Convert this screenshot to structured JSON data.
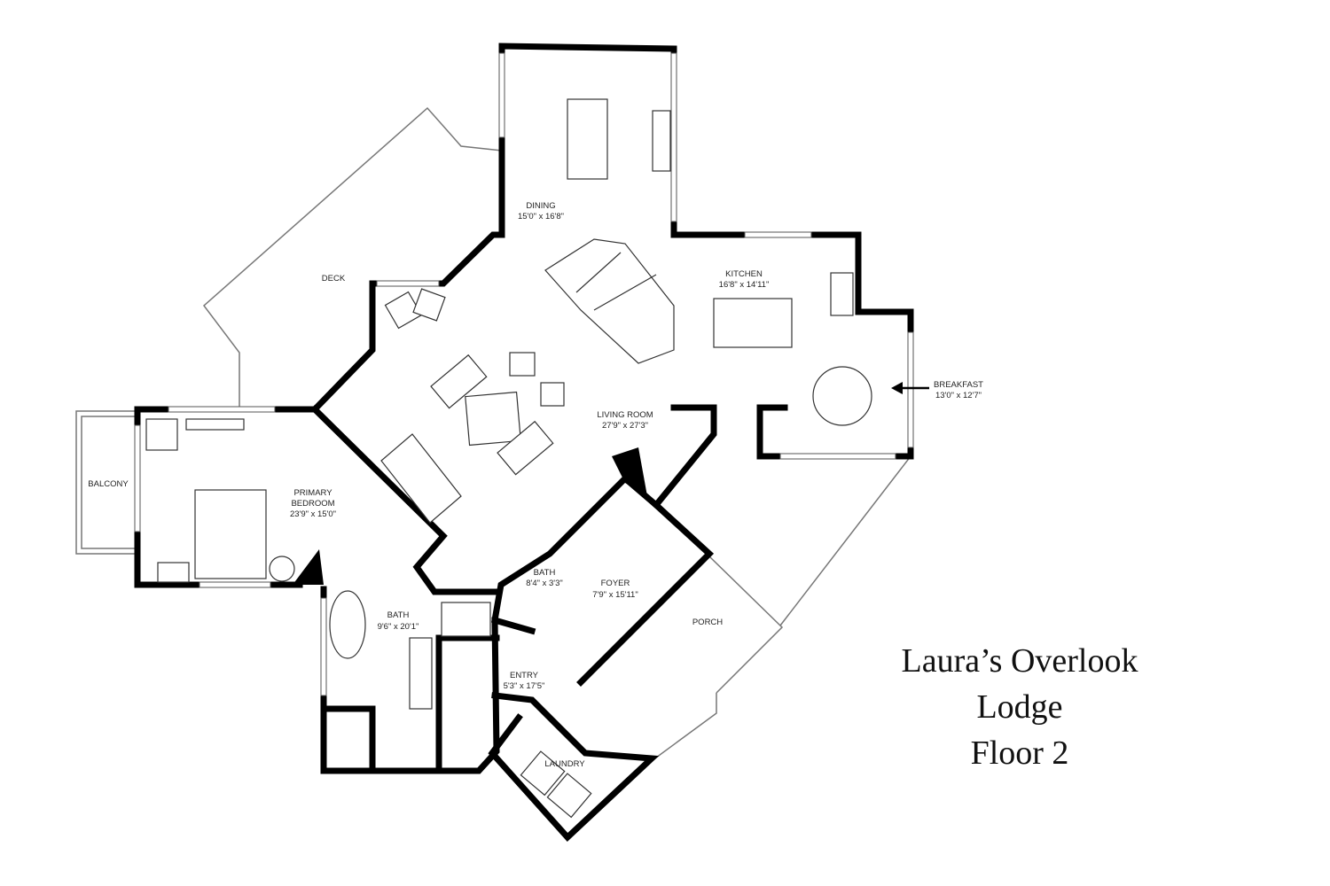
{
  "title": {
    "line1": "Laura’s Overlook",
    "line2": "Lodge",
    "line3": "Floor 2"
  },
  "rooms": {
    "dining": {
      "name": "DINING",
      "dims": "15'0\" x 16'8\""
    },
    "deck": {
      "name": "DECK"
    },
    "kitchen": {
      "name": "KITCHEN",
      "dims": "16'8\" x 14'11\""
    },
    "breakfast": {
      "name": "BREAKFAST",
      "dims": "13'0\" x 12'7\""
    },
    "living": {
      "name": "LIVING ROOM",
      "dims": "27'9\" x 27'3\""
    },
    "balcony": {
      "name": "BALCONY"
    },
    "primary": {
      "name1": "PRIMARY",
      "name2": "BEDROOM",
      "dims": "23'9\" x 15'0\""
    },
    "bath_small": {
      "name": "BATH",
      "dims": "8'4\" x 3'3\""
    },
    "foyer": {
      "name": "FOYER",
      "dims": "7'9\" x 15'11\""
    },
    "porch": {
      "name": "PORCH"
    },
    "bath_main": {
      "name": "BATH",
      "dims": "9'6\" x 20'1\""
    },
    "entry": {
      "name": "ENTRY",
      "dims": "5'3\" x 17'5\""
    },
    "laundry": {
      "name": "LAUNDRY"
    }
  }
}
